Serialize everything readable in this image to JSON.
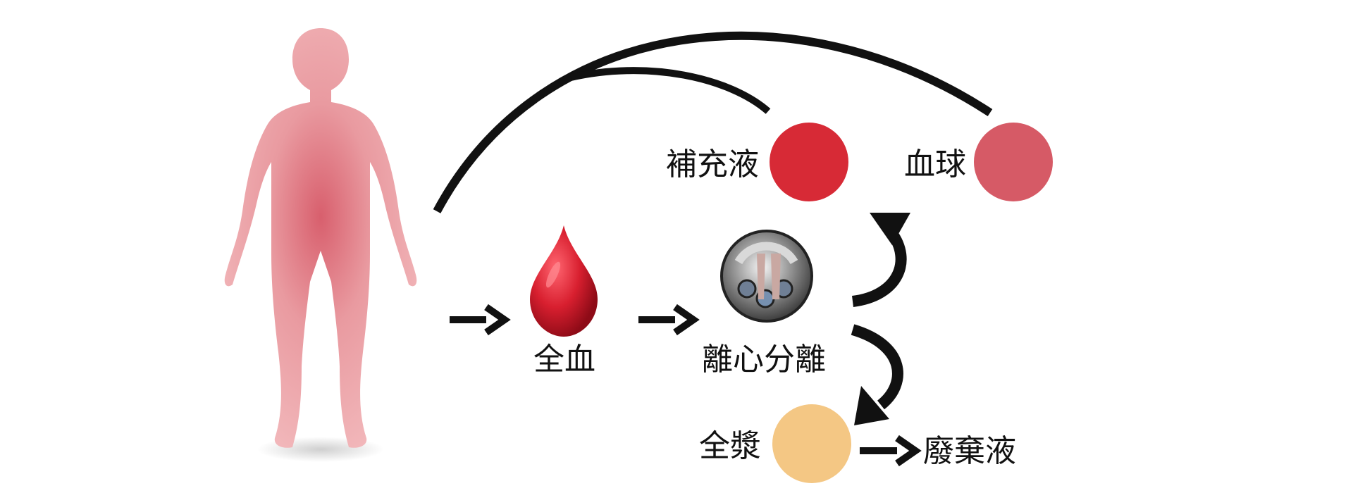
{
  "nodes": {
    "whole_blood": {
      "label": "全血",
      "icon": "blood-drop-icon",
      "color": "#d81f2f"
    },
    "centrifuge": {
      "label": "離心分離",
      "icon": "centrifuge-icon"
    },
    "replacement_fluid": {
      "label": "補充液",
      "color": "#d72a36"
    },
    "blood_cells": {
      "label": "血球",
      "color": "#d65a66"
    },
    "plasma": {
      "label": "全漿",
      "color": "#f4c784"
    },
    "waste": {
      "label": "廢棄液"
    }
  },
  "colors": {
    "body": "#e99aa0",
    "body_dark": "#d85f6d",
    "arrow": "#111111",
    "background": "#ffffff"
  }
}
